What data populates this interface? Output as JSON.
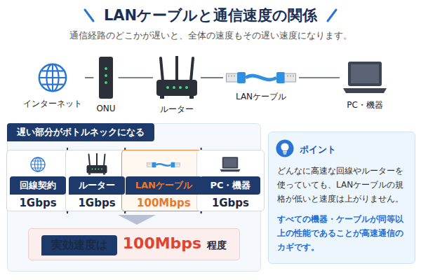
{
  "diagram": {
    "title": "LANケーブルと通信速度の関係",
    "nodes": [
      {
        "text": [
          "インターネット"
        ]
      },
      {
        "text": [
          "ONU"
        ]
      },
      {
        "text": [
          "ルーター"
        ]
      },
      {
        "text": [
          "LANケーブル"
        ]
      },
      {
        "text": [
          "PC・機器"
        ]
      },
      {
        "text": [
          "遅い部分がボトルネックになる"
        ]
      },
      {
        "text": [
          "回線契約",
          "1Gbps"
        ],
        "in": 5
      },
      {
        "text": [
          "ルーター",
          "1Gbps"
        ],
        "in": 5
      },
      {
        "text": [
          "LANケーブル",
          "100Mbps"
        ],
        "in": 5
      },
      {
        "text": [
          "PC・機器",
          "1Gbps"
        ],
        "in": 5
      },
      {
        "text": [
          "実効速度は",
          "100Mbps",
          "程度"
        ],
        "in": 5
      },
      {
        "text": [
          "ポイント",
          "どんなに高速な回線やルーターを使っていても、LANケーブルの規格が低いと速度は上がりません。",
          "すべての機器・ケーブルが同等以上の性能であることが高速通信のカギです。"
        ]
      }
    ],
    "edges": [
      {
        "from": 0,
        "to": 1,
        "arrow": "none"
      },
      {
        "from": 1,
        "to": 2,
        "arrow": "none"
      },
      {
        "from": 2,
        "to": 3,
        "arrow": "none"
      },
      {
        "from": 3,
        "to": 4,
        "arrow": "none"
      },
      {
        "from": 6,
        "to": 7,
        "arrow": "to"
      },
      {
        "from": 7,
        "to": 8,
        "arrow": "to"
      },
      {
        "from": 8,
        "to": 9,
        "arrow": "to"
      }
    ],
    "labels": [
      "通信経路のどこかが遅いと、全体の速度もその遅い速度になります。"
    ]
  }
}
